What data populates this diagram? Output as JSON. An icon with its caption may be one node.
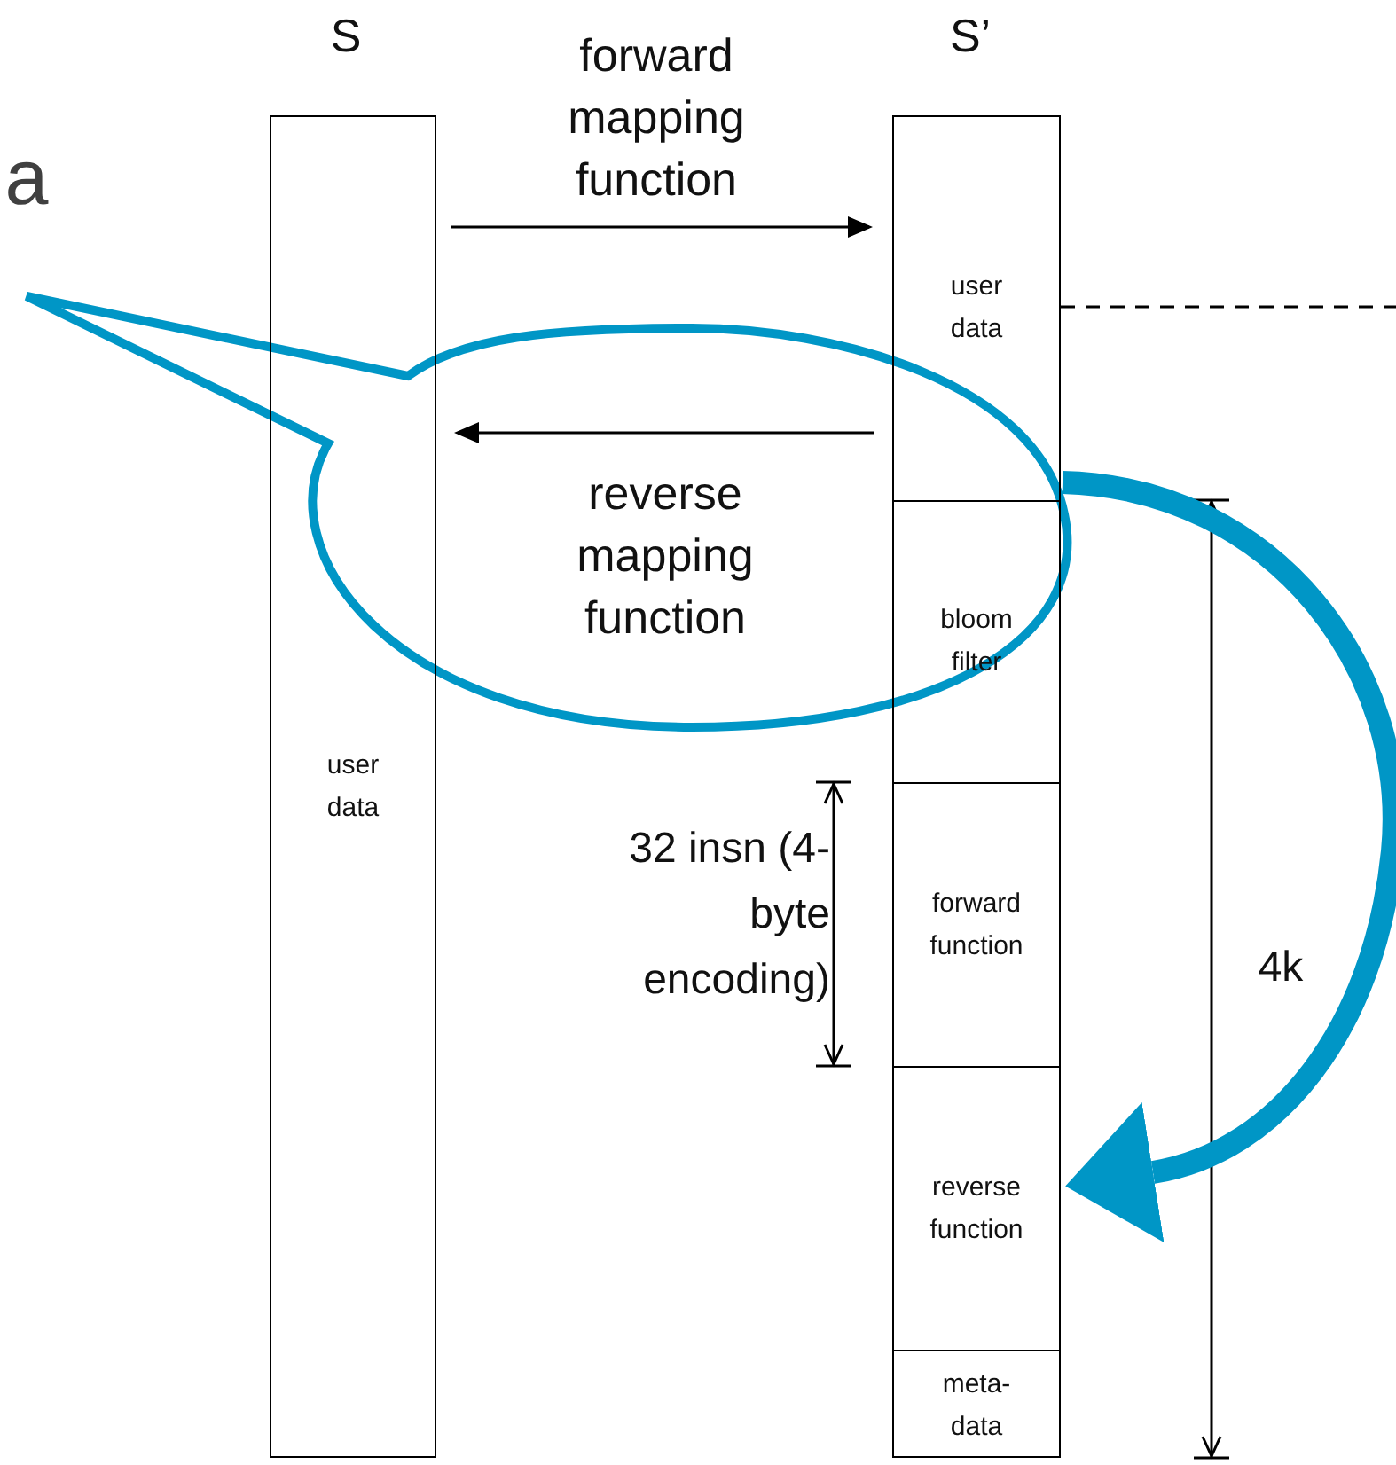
{
  "diagram": {
    "nodes": [
      {
        "text": [
          "user data"
        ],
        "beside": [
          "S"
        ]
      },
      {
        "text": [],
        "shape": "box",
        "beside": [
          "S’"
        ]
      },
      {
        "text": [
          "user data"
        ],
        "in": 1
      },
      {
        "text": [
          "bloom filter"
        ],
        "in": 1
      },
      {
        "text": [
          "forward function"
        ],
        "in": 1
      },
      {
        "text": [
          "reverse function"
        ],
        "in": 1
      },
      {
        "text": [
          "meta-data"
        ],
        "in": 1
      }
    ],
    "edges": [
      {
        "from": 0,
        "to": 1,
        "arrow": "to",
        "label": "forward mapping function"
      },
      {
        "from": 1,
        "to": 0,
        "arrow": "to",
        "label": "reverse mapping function"
      },
      {
        "from": 2,
        "to": 5,
        "arrow": "to",
        "style": "thick",
        "color": "#0096c6"
      }
    ],
    "labels": [
      "a",
      "32 insn (4-byte encoding)",
      "4k"
    ]
  }
}
